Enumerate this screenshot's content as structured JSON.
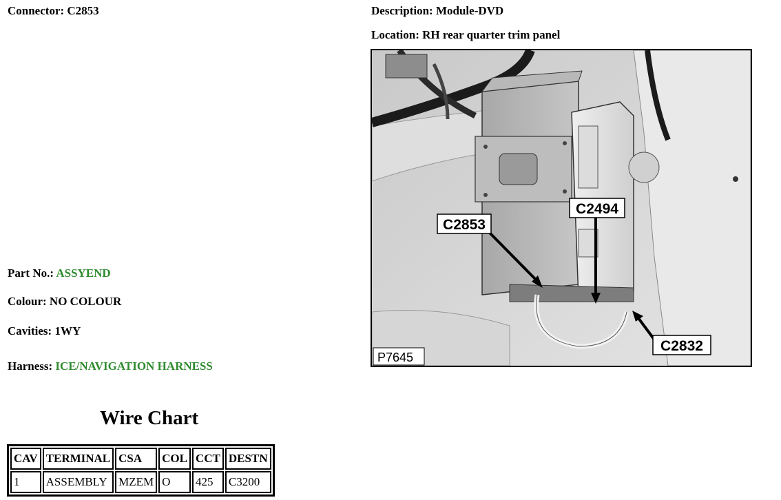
{
  "connector": {
    "label": "Connector:",
    "value": "C2853"
  },
  "description": {
    "label": "Description:",
    "value": "Module-DVD"
  },
  "location": {
    "label": "Location:",
    "value": "RH rear quarter trim panel"
  },
  "part_no": {
    "label": "Part No.:",
    "value": "ASSYEND"
  },
  "colour": {
    "label": "Colour:",
    "value": "NO COLOUR"
  },
  "cavities": {
    "label": "Cavities:",
    "value": "1WY"
  },
  "harness": {
    "label": "Harness:",
    "value": "ICE/NAVIGATION HARNESS"
  },
  "wire_chart": {
    "title": "Wire Chart",
    "headers": [
      "CAV",
      "TERMINAL",
      "CSA",
      "COL",
      "CCT",
      "DESTN"
    ],
    "rows": [
      [
        "1",
        "ASSEMBLY",
        "MZEM",
        "O",
        "425",
        "C3200"
      ]
    ]
  },
  "photo": {
    "callouts": [
      "C2853",
      "C2494",
      "C2832"
    ],
    "ref": "P7645"
  },
  "colors": {
    "link_green": "#2e8b2e"
  }
}
